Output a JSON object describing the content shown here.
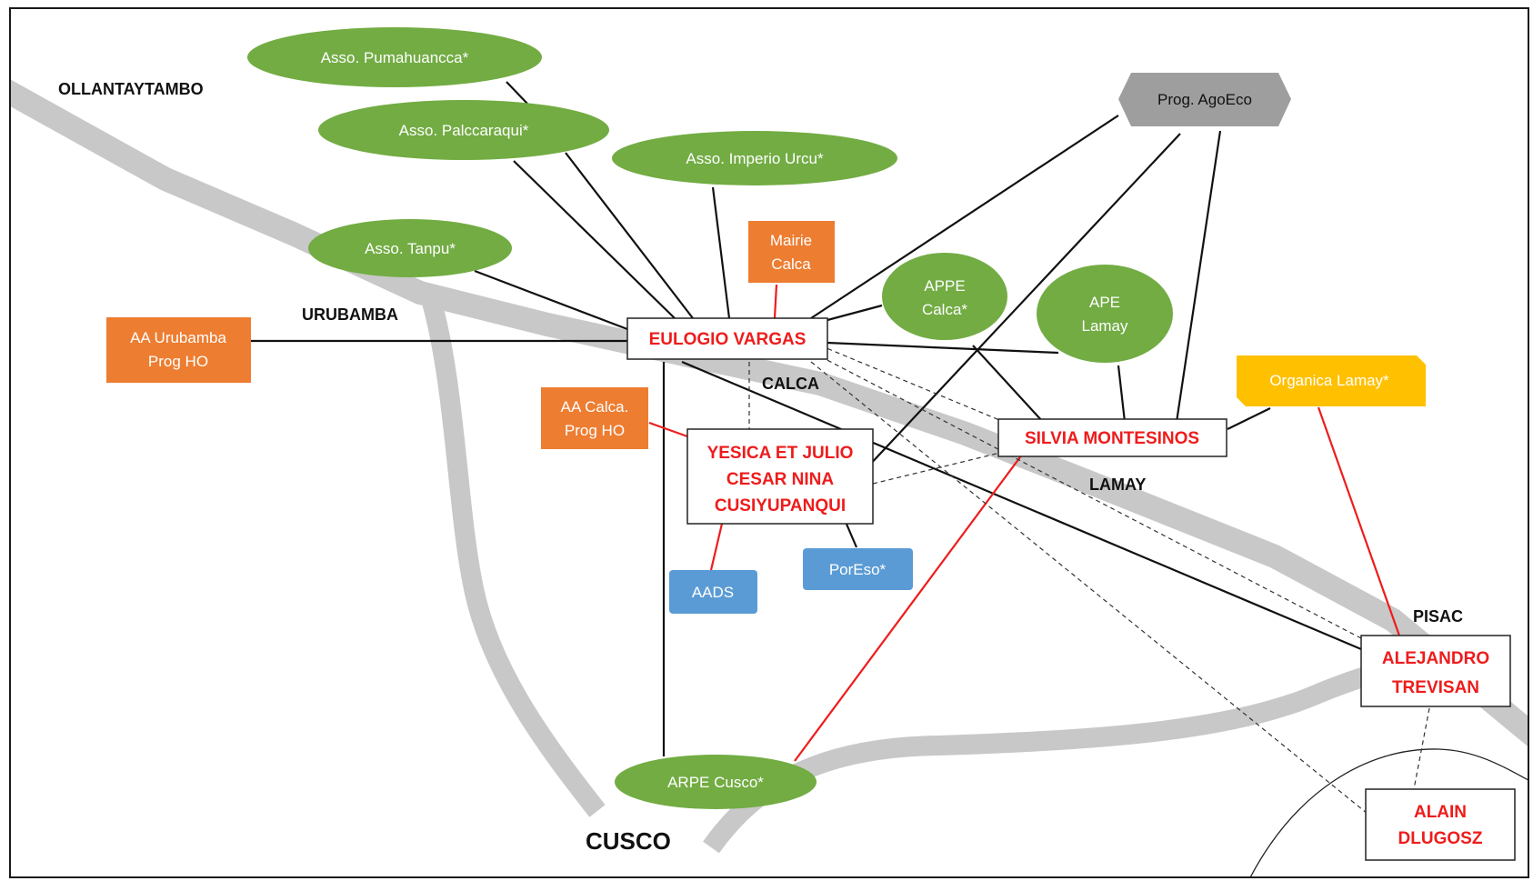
{
  "places": {
    "ollantaytambo": "OLLANTAYTAMBO",
    "urubamba": "URUBAMBA",
    "calca": "CALCA",
    "lamay": "LAMAY",
    "pisac": "PISAC",
    "cusco": "CUSCO"
  },
  "associations": {
    "pumahuancca": "Asso. Pumahuancca*",
    "palccaraqui": "Asso. Palccaraqui*",
    "imperio_urcu": "Asso. Imperio  Urcu*",
    "tanpu": "Asso. Tanpu*",
    "appe_calca": [
      "APPE",
      "Calca*"
    ],
    "ape_lamay": [
      "APE",
      "Lamay"
    ],
    "arpe_cusco": "ARPE Cusco*"
  },
  "institutions": {
    "mairie_calca": [
      "Mairie",
      "Calca"
    ],
    "aa_urubamba": [
      "AA Urubamba",
      "Prog HO"
    ],
    "aa_calca": [
      "AA Calca.",
      "Prog HO"
    ],
    "aads": "AADS",
    "poreso": "PorEso*",
    "prog_agoeco": "Prog. AgoEco",
    "organica_lamay": "Organica Lamay*"
  },
  "people": {
    "eulogio": "EULOGIO VARGAS",
    "yesica": [
      "YESICA ET JULIO",
      "CESAR NINA",
      "CUSIYUPANQUI"
    ],
    "silvia": "SILVIA MONTESINOS",
    "alejandro": [
      "ALEJANDRO",
      "TREVISAN"
    ],
    "alain": [
      "ALAIN",
      "DLUGOSZ"
    ]
  },
  "colors": {
    "association": "#72ac43",
    "institution_orange": "#ed7d31",
    "institution_blue": "#5b9bd5",
    "program_grey": "#9e9e9e",
    "organica_yellow": "#ffc000",
    "person_text": "#ee1c1c",
    "road": "#c8c8c8"
  }
}
